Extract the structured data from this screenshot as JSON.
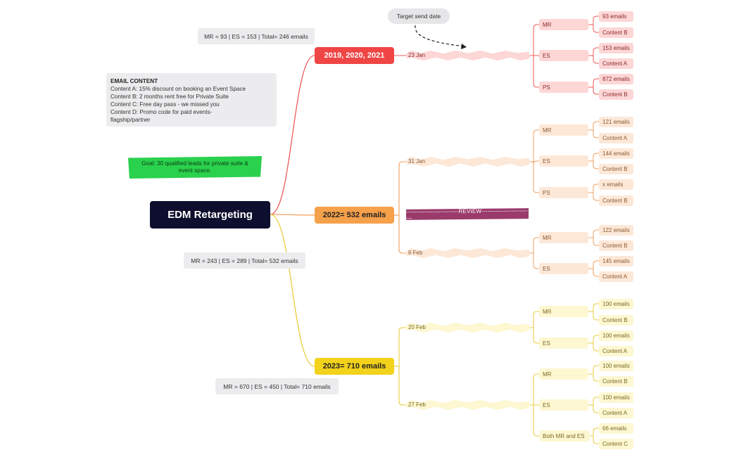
{
  "root": {
    "title": "EDM Retargeting"
  },
  "colors": {
    "red": "#f04545",
    "red_light": "#fdd6d6",
    "red_line": "#f05a5a",
    "orange": "#f5a04a",
    "orange_light": "#fde8d8",
    "orange_line": "#f0a060",
    "yellow": "#f3d21c",
    "yellow_light": "#fdf7d2",
    "yellow_line": "#e8cd40"
  },
  "notes": {
    "email_content_title": "EMAIL CONTENT",
    "email_content_lines": [
      "Content A: 15% discount on booking an Event Space",
      "Content B: 2 months rent free for Private Suite",
      "Content C: Free day pass - we missed you",
      "Content D: Promo code for paid events-",
      "flagship/partner"
    ],
    "goal": "Goal: 30 qualified leads for private suite & event space.",
    "target_send_date": "Target send date",
    "review": "--------------------------REVIEW--------------------------"
  },
  "branches": [
    {
      "label": "2019, 2020, 2021",
      "summary": "MR = 93 | ES = 153 | Total= 246 emails",
      "dates": [
        {
          "label": "23 Jan",
          "groups": [
            {
              "label": "MR",
              "count": "93 emails",
              "content": "Content B"
            },
            {
              "label": "ES",
              "count": "153 emails",
              "content": "Content A"
            },
            {
              "label": "PS",
              "count": "872 emails",
              "content": "Content B"
            }
          ]
        }
      ]
    },
    {
      "label": "2022= 532 emails",
      "summary": "MR = 243 | ES = 289 | Total= 532 emails",
      "dates": [
        {
          "label": "31 Jan",
          "groups": [
            {
              "label": "MR",
              "count": "121 emails",
              "content": "Content A"
            },
            {
              "label": "ES",
              "count": "144 emails",
              "content": "Content B"
            },
            {
              "label": "PS",
              "count": "x emails",
              "content": "Content B"
            }
          ]
        },
        {
          "label": "6 Feb",
          "groups": [
            {
              "label": "MR",
              "count": "122 emails",
              "content": "Content B"
            },
            {
              "label": "ES",
              "count": "145 emails",
              "content": "Content A"
            }
          ]
        }
      ]
    },
    {
      "label": "2023= 710 emails",
      "summary": "MR = 670 | ES = 450 | Total= 710 emails",
      "dates": [
        {
          "label": "20 Feb",
          "groups": [
            {
              "label": "MR",
              "count": "100 emails",
              "content": "Content B"
            },
            {
              "label": "ES",
              "count": "100 emails",
              "content": "Content A"
            }
          ]
        },
        {
          "label": "27 Feb",
          "groups": [
            {
              "label": "MR",
              "count": "100 emails",
              "content": "Content B"
            },
            {
              "label": "ES",
              "count": "100 emails",
              "content": "Content A"
            },
            {
              "label": "Both MR and ES",
              "count": "66 emails",
              "content": "Content C"
            }
          ]
        }
      ]
    }
  ]
}
